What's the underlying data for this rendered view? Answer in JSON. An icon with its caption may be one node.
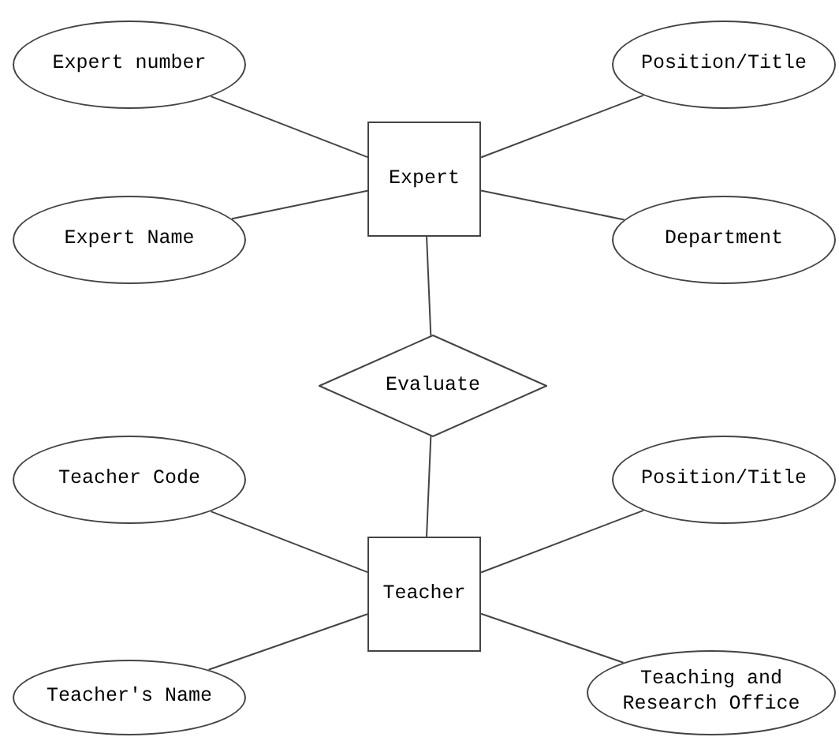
{
  "diagram": {
    "nodes": [
      {
        "text": [
          "Expert number"
        ]
      },
      {
        "text": [
          "Position/Title"
        ]
      },
      {
        "text": [
          "Expert"
        ]
      },
      {
        "text": [
          "Expert Name"
        ]
      },
      {
        "text": [
          "Department"
        ]
      },
      {
        "text": [
          "Evaluate"
        ]
      },
      {
        "text": [
          "Teacher Code"
        ]
      },
      {
        "text": [
          "Position/Title"
        ]
      },
      {
        "text": [
          "Teacher"
        ]
      },
      {
        "text": [
          "Teacher's Name"
        ]
      },
      {
        "text": [
          "Teaching and Research Office"
        ]
      }
    ],
    "edges": [
      {
        "from": 0,
        "to": 2,
        "arrow": "none"
      },
      {
        "from": 3,
        "to": 2,
        "arrow": "none"
      },
      {
        "from": 1,
        "to": 2,
        "arrow": "none"
      },
      {
        "from": 4,
        "to": 2,
        "arrow": "none"
      },
      {
        "from": 2,
        "to": 5,
        "arrow": "none"
      },
      {
        "from": 5,
        "to": 8,
        "arrow": "none"
      },
      {
        "from": 6,
        "to": 8,
        "arrow": "none"
      },
      {
        "from": 9,
        "to": 8,
        "arrow": "none"
      },
      {
        "from": 7,
        "to": 8,
        "arrow": "none"
      },
      {
        "from": 10,
        "to": 8,
        "arrow": "none"
      }
    ]
  }
}
